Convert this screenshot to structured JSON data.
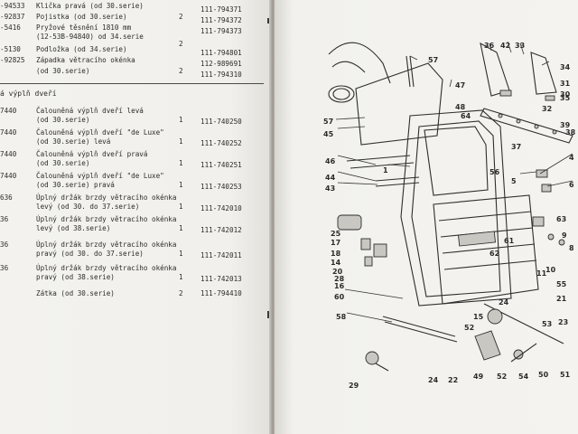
{
  "left_page": {
    "top_rows": [
      {
        "code": "-94533",
        "desc": "Klička pravá (od 30.serie)",
        "qty": "",
        "part": "111-794371"
      },
      {
        "code": "-92837",
        "desc": "Pojistka (od 30.serie)",
        "qty": "2",
        "part": "111-794372"
      },
      {
        "code": "-5416",
        "desc": "Pryžové těsnění 1810 mm",
        "qty": "",
        "part": "111-794373"
      },
      {
        "code": "",
        "desc": "(12-53B-94840) od 34.serie",
        "qty": "",
        "part": ""
      },
      {
        "code": "",
        "desc": "",
        "qty": "2",
        "part": ""
      },
      {
        "code": "-5130",
        "desc": "Podložka (od 34.serie)",
        "qty": "",
        "part": "111-794801"
      },
      {
        "code": "-92825",
        "desc": "Západka větracího okénka",
        "qty": "",
        "part": "112-989691"
      },
      {
        "code": "",
        "desc": "(od 30.serie)",
        "qty": "2",
        "part": "111-794310"
      }
    ],
    "section_title": "á výplň dveří",
    "rows": [
      {
        "code": "7440",
        "desc1": "Čalouněná výplň dveří levá",
        "desc2": "(od 30.serie)",
        "qty": "1",
        "part": "111-740250"
      },
      {
        "code": "7440",
        "desc1": "Čalouněná výplň dveří \"de Luxe\"",
        "desc2": "(od 30.serie) levá",
        "qty": "1",
        "part": "111-740252"
      },
      {
        "code": "7440",
        "desc1": "Čalouněná výplň dveří pravá",
        "desc2": "(od 30.serie)",
        "qty": "1",
        "part": "111-740251"
      },
      {
        "code": "7440",
        "desc1": "Čalouněná výplň dveří \"de Luxe\"",
        "desc2": "(od 30.serie) pravá",
        "qty": "1",
        "part": "111-740253"
      },
      {
        "code": "636",
        "desc1": "Úplný držák brzdy větracího okénka",
        "desc2": "levý (od 30. do 37.serie)",
        "qty": "1",
        "part": "111-742010"
      },
      {
        "code": "36",
        "desc1": "Úplný držák brzdy větracího okénka",
        "desc2": "levý (od 38.serie)",
        "qty": "1",
        "part": "111-742012"
      },
      {
        "code": "36",
        "desc1": "Úplný držák brzdy větracího okénka",
        "desc2": "pravý (od 30. do 37.serie)",
        "qty": "1",
        "part": "111-742011"
      },
      {
        "code": "36",
        "desc1": "Úplný držák brzdy větracího okénka",
        "desc2": "pravý (od 38.serie)",
        "qty": "1",
        "part": "111-742013"
      },
      {
        "code": "",
        "desc1": "Zátka (od 30.serie)",
        "desc2": "",
        "qty": "2",
        "part": "111-794410"
      }
    ]
  },
  "callouts": [
    {
      "text": "57"
    },
    {
      "text": "36"
    },
    {
      "text": "42"
    },
    {
      "text": "33"
    },
    {
      "text": "34"
    },
    {
      "text": "47"
    },
    {
      "text": "31"
    },
    {
      "text": "30"
    },
    {
      "text": "35"
    },
    {
      "text": "32"
    },
    {
      "text": "48"
    },
    {
      "text": "64"
    },
    {
      "text": "39"
    },
    {
      "text": "38"
    },
    {
      "text": "57"
    },
    {
      "text": "45"
    },
    {
      "text": "37"
    },
    {
      "text": "46"
    },
    {
      "text": "44"
    },
    {
      "text": "43"
    },
    {
      "text": "1"
    },
    {
      "text": "56"
    },
    {
      "text": "4"
    },
    {
      "text": "5"
    },
    {
      "text": "6"
    },
    {
      "text": "25"
    },
    {
      "text": "17"
    },
    {
      "text": "18"
    },
    {
      "text": "14"
    },
    {
      "text": "20"
    },
    {
      "text": "28"
    },
    {
      "text": "16"
    },
    {
      "text": "60"
    },
    {
      "text": "61"
    },
    {
      "text": "62"
    },
    {
      "text": "63"
    },
    {
      "text": "9"
    },
    {
      "text": "8"
    },
    {
      "text": "11"
    },
    {
      "text": "10"
    },
    {
      "text": "55"
    },
    {
      "text": "21"
    },
    {
      "text": "24"
    },
    {
      "text": "15"
    },
    {
      "text": "52"
    },
    {
      "text": "58"
    },
    {
      "text": "53"
    },
    {
      "text": "23"
    },
    {
      "text": "29"
    },
    {
      "text": "24"
    },
    {
      "text": "22"
    },
    {
      "text": "49"
    },
    {
      "text": "52"
    },
    {
      "text": "54"
    },
    {
      "text": "50"
    },
    {
      "text": "51"
    }
  ]
}
